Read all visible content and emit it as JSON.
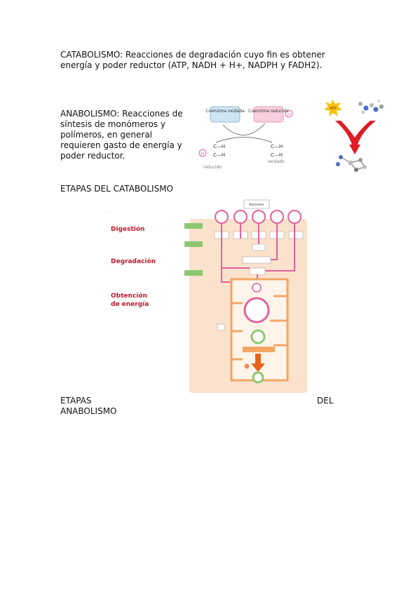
{
  "catabolismo_text": "CATABOLISMO: Reacciones de degradación cuyo fin es obtener energía y poder reductor (ATP, NADH + H+, NADPH y FADH2).",
  "anabolismo_text": "ANABOLISMO: Reacciones de síntesis de monómeros y polímeros, en general requieren gasto de energía y poder reductor.",
  "etapas_catabolismo": "ETAPAS DEL CATABOLISMO",
  "etapas_anabolismo_1": "ETAPAS",
  "etapas_anabolismo_del": "DEL",
  "etapas_anabolismo_2": "ANABOLISMO",
  "redox_diagram": {
    "coenzima_oxidada": "Coenzima oxidada",
    "coenzima_reducida": "Coenzima reducida",
    "reducido": "reducido",
    "oxidado": "oxidado",
    "h_symbol": "H",
    "c_h": "C—H"
  },
  "atp_figure": {
    "atp_label": "ATP"
  },
  "catabolism_figure": {
    "digestion": "Digestión",
    "degradacion": "Degradación",
    "obtencion_1": "Obtención",
    "obtencion_2": "de energía",
    "top_box": "Nutrientes",
    "colors": {
      "pink": "#e2629d",
      "orange": "#f2a765",
      "green": "#8cc770",
      "red_title": "#c0182a",
      "panel": "#fbe2cc"
    }
  }
}
